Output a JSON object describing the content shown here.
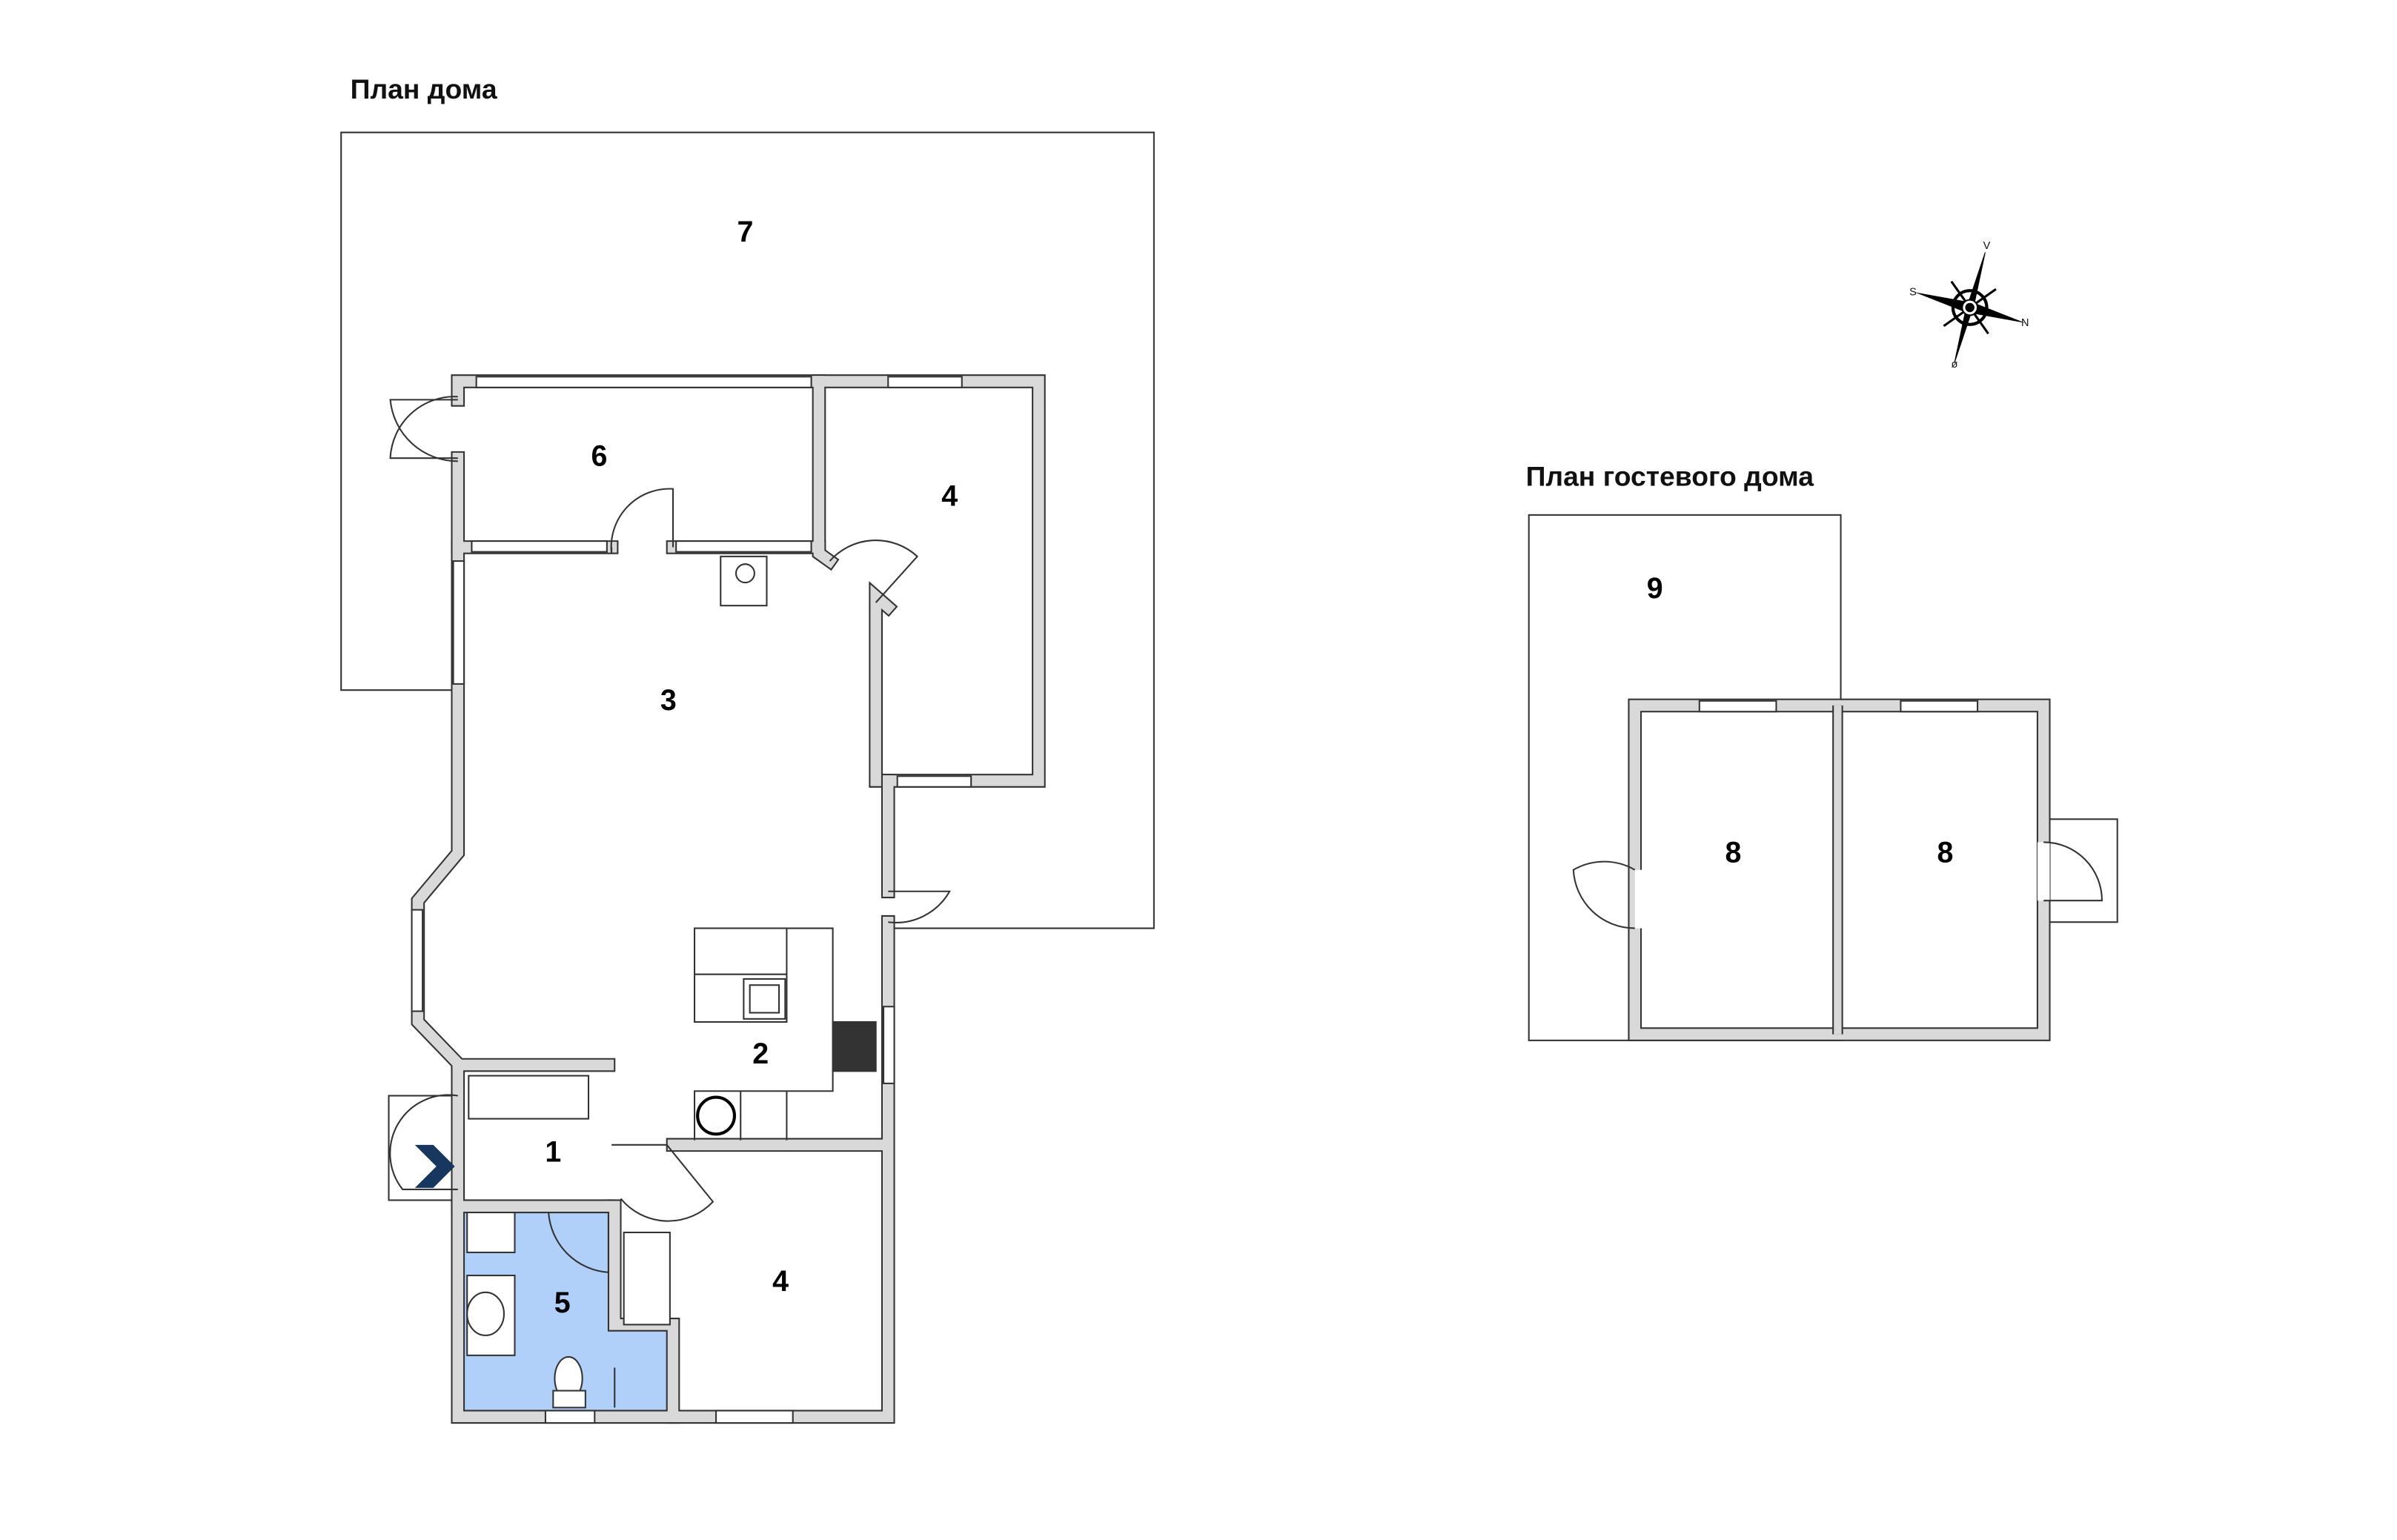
{
  "main_house": {
    "title": "План дома",
    "rooms": [
      {
        "id": "1",
        "label": "1"
      },
      {
        "id": "2",
        "label": "2"
      },
      {
        "id": "3",
        "label": "3"
      },
      {
        "id": "4a",
        "label": "4"
      },
      {
        "id": "4b",
        "label": "4"
      },
      {
        "id": "5",
        "label": "5"
      },
      {
        "id": "6",
        "label": "6"
      },
      {
        "id": "7",
        "label": "7"
      }
    ]
  },
  "guest_house": {
    "title": "План гостевого дома",
    "rooms": [
      {
        "id": "8a",
        "label": "8"
      },
      {
        "id": "8b",
        "label": "8"
      },
      {
        "id": "9",
        "label": "9"
      }
    ]
  },
  "compass": {
    "top": "V",
    "left": "S",
    "right": "N",
    "bottom": "ø"
  },
  "colors": {
    "bathroom": "#b0d0fa",
    "wall": "#d9d9d9",
    "entrance_arrow": "#17375e"
  }
}
